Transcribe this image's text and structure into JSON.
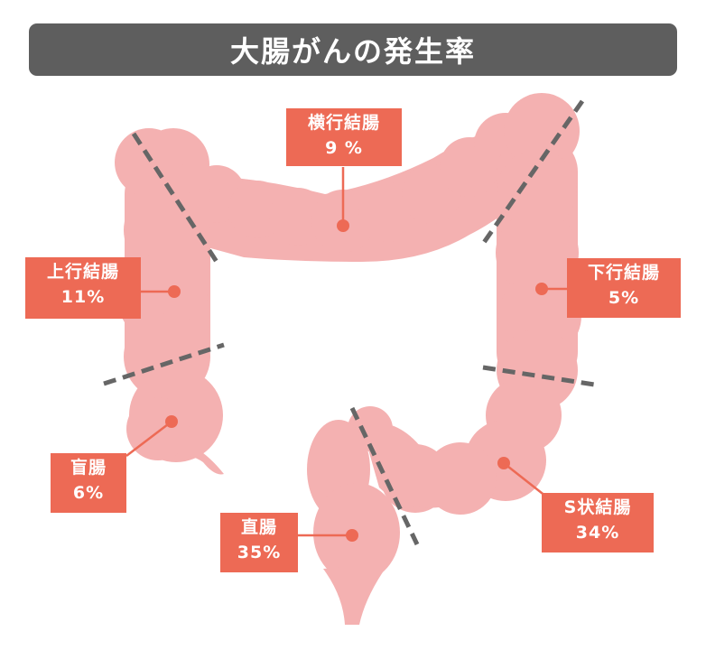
{
  "title": "大腸がんの発生率",
  "colors": {
    "colon_fill": "#f4b1b1",
    "colon_inner": "#f7bdbb",
    "label_bg": "#ed6a55",
    "dashed_line": "#666666",
    "title_bg": "#5e5e5e"
  },
  "regions": [
    {
      "id": "transverse",
      "name": "横行結腸",
      "rate": "9 %"
    },
    {
      "id": "ascending",
      "name": "上行結腸",
      "rate": "11%"
    },
    {
      "id": "descending",
      "name": "下行結腸",
      "rate": "5%"
    },
    {
      "id": "cecum",
      "name": "盲腸",
      "rate": "6%"
    },
    {
      "id": "rectum",
      "name": "直腸",
      "rate": "35%"
    },
    {
      "id": "sigmoid",
      "name": "S状結腸",
      "rate": "34%"
    }
  ]
}
